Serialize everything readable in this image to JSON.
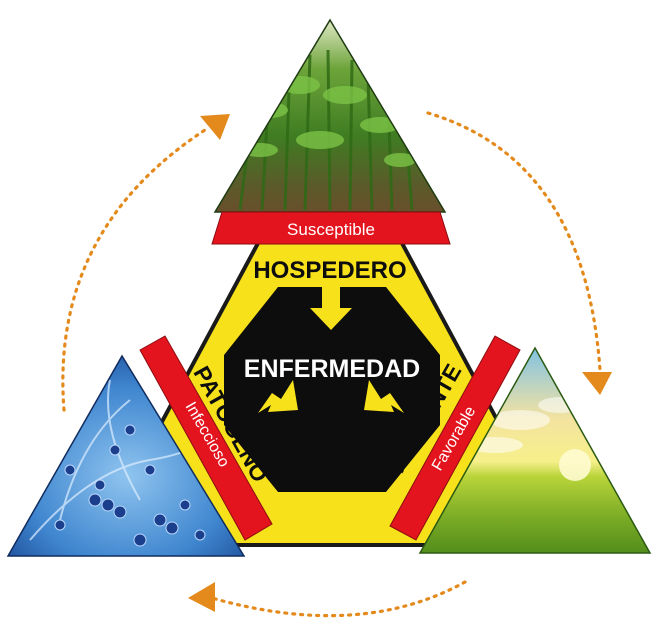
{
  "center": {
    "label": "ENFERMEDAD"
  },
  "host": {
    "label": "HOSPEDERO",
    "condition": "Susceptible"
  },
  "pathogen": {
    "label": "PATÓGENO",
    "condition": "Infeccioso"
  },
  "environment": {
    "label": "AMBIENTE",
    "condition": "Favorable"
  },
  "colors": {
    "yellow": "#f7e11a",
    "red": "#e3141e",
    "black": "#0d0d0d",
    "arrow_orange": "#e48a1c"
  }
}
